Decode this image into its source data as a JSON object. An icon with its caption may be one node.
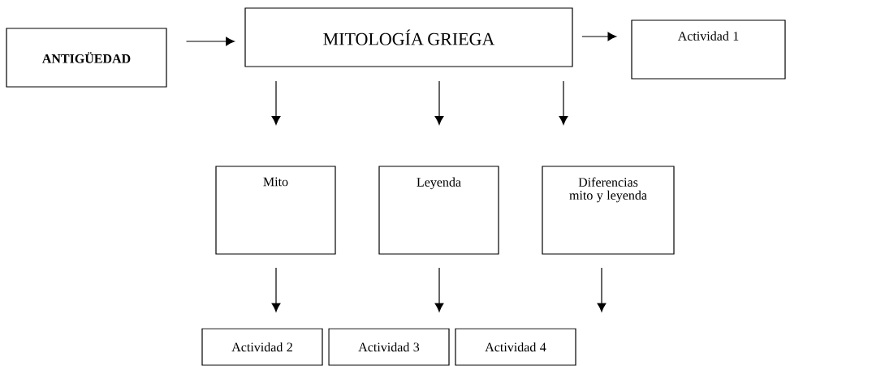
{
  "diagram": {
    "nodes": [
      {
        "text": [
          "**ANTIGÜEDAD**"
        ]
      },
      {
        "text": [
          "MITOLOGÍA GRIEGA"
        ]
      },
      {
        "text": [
          "Actividad 1"
        ]
      },
      {
        "text": [
          "Mito"
        ]
      },
      {
        "text": [
          "Leyenda"
        ]
      },
      {
        "text": [
          "Diferencias mito y leyenda"
        ]
      },
      {
        "text": [
          "Actividad 2"
        ]
      },
      {
        "text": [
          "Actividad 3"
        ]
      },
      {
        "text": [
          "Actividad 4"
        ]
      }
    ],
    "edges": [
      {
        "from": 0,
        "to": 1,
        "arrow": "to"
      },
      {
        "from": 1,
        "to": 2,
        "arrow": "to"
      },
      {
        "from": 1,
        "to": 3,
        "arrow": "to"
      },
      {
        "from": 1,
        "to": 4,
        "arrow": "to"
      },
      {
        "from": 1,
        "to": 5,
        "arrow": "to"
      },
      {
        "from": 3,
        "to": 6,
        "arrow": "to"
      },
      {
        "from": 4,
        "to": 7,
        "arrow": "to"
      },
      {
        "from": 5,
        "to": 8,
        "arrow": "to"
      }
    ]
  }
}
